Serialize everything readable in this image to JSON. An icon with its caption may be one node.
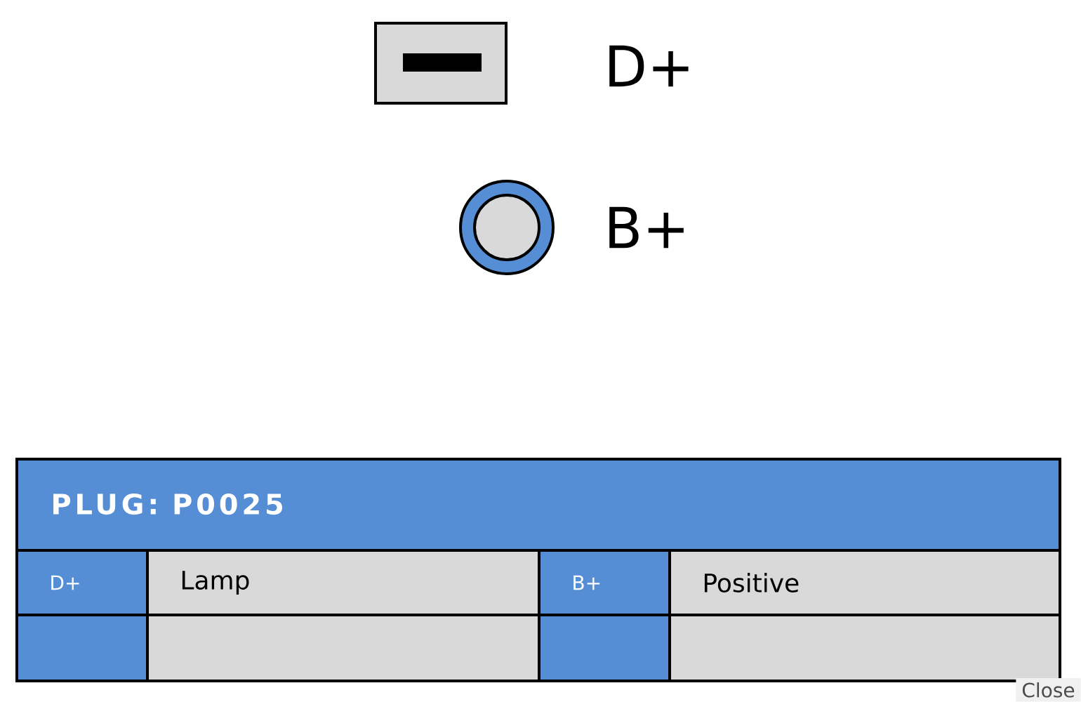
{
  "diagram": {
    "nodes": [
      {
        "text": [],
        "shape": "box",
        "beside": [
          "D+"
        ]
      },
      {
        "text": [],
        "shape": "circle",
        "beside": [
          "B+"
        ]
      }
    ],
    "labels": [
      "PLUG: P0025",
      "D+",
      "Lamp",
      "B+",
      "Positive",
      "Close"
    ]
  }
}
